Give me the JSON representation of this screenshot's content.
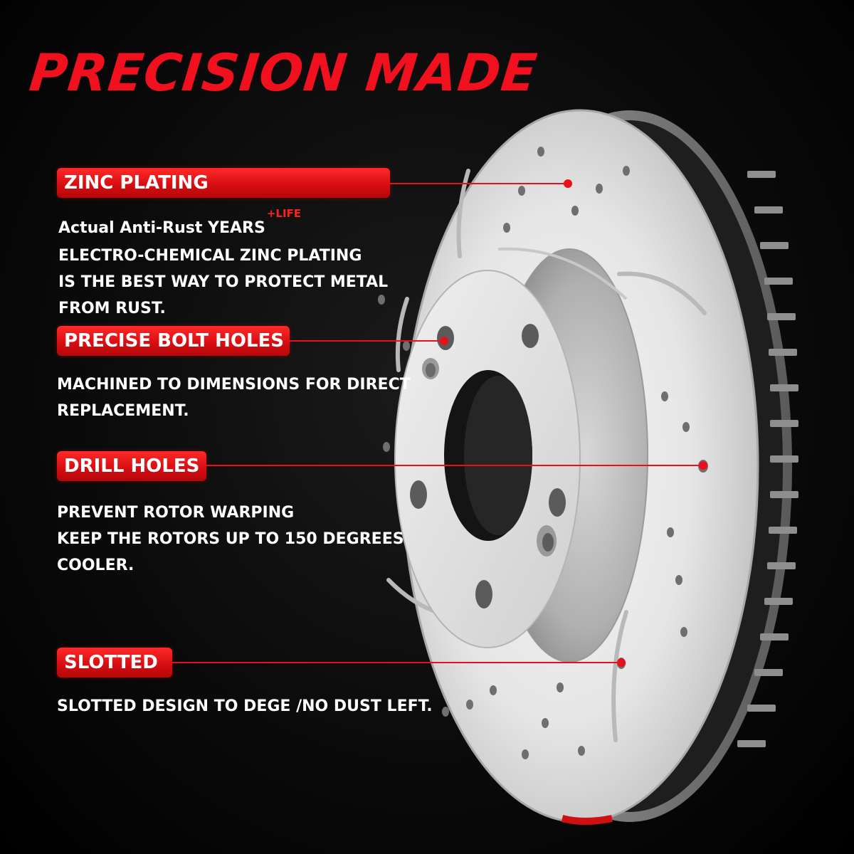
{
  "title": "PRECISION MADE",
  "colors": {
    "accent": "#e8101c",
    "background": "#000000",
    "text": "#ffffff"
  },
  "features": [
    {
      "name": "ZINC PLATING",
      "lines": [
        "Actual Anti-Rust YEARS",
        "ELECTRO-CHEMICAL ZINC PLATING",
        "IS THE BEST WAY TO PROTECT METAL",
        "FROM RUST."
      ],
      "superscript": "+LIFE"
    },
    {
      "name": "PRECISE BOLT HOLES",
      "lines": [
        "MACHINED TO DIMENSIONS FOR DIRECT",
        "REPLACEMENT."
      ]
    },
    {
      "name": "DRILL HOLES",
      "lines": [
        "PREVENT ROTOR WARPING",
        "KEEP THE ROTORS UP TO 150 DEGREES",
        "COOLER."
      ]
    },
    {
      "name": "SLOTTED",
      "lines": [
        "SLOTTED DESIGN TO DEGE /NO DUST LEFT."
      ]
    }
  ]
}
